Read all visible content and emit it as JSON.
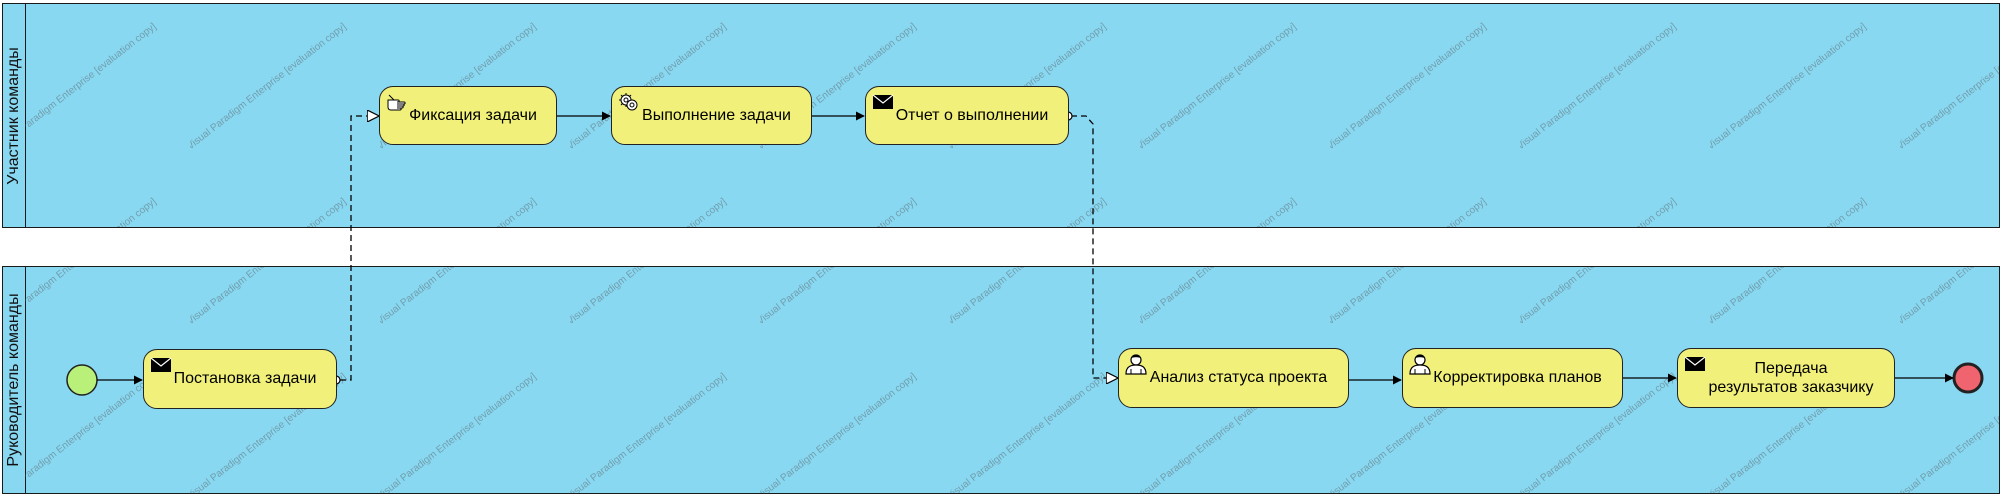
{
  "lanes": {
    "team_member": "Участник команды",
    "team_lead": "Руководитель команды"
  },
  "tasks": {
    "fix_task": "Фиксация задачи",
    "do_task": "Выполнение задачи",
    "report": "Отчет о выполнении",
    "assign": "Постановка задачи",
    "analyze": "Анализ статуса проекта",
    "adjust": "Корректировка планов",
    "deliver_line1": "Передача",
    "deliver_line2": "результатов заказчику"
  },
  "watermark": "Visual Paradigm Enterprise [evaluation copy]",
  "colors": {
    "lane": "#88d8f2",
    "task": "#f0f07a",
    "start_event": "#b8f07a",
    "end_event": "#f06470"
  },
  "icons": {
    "fix_task": "manual-task-icon",
    "do_task": "service-task-icon",
    "report": "send-message-icon",
    "assign": "send-message-icon",
    "analyze": "user-task-icon",
    "adjust": "user-task-icon",
    "deliver": "send-message-icon"
  }
}
